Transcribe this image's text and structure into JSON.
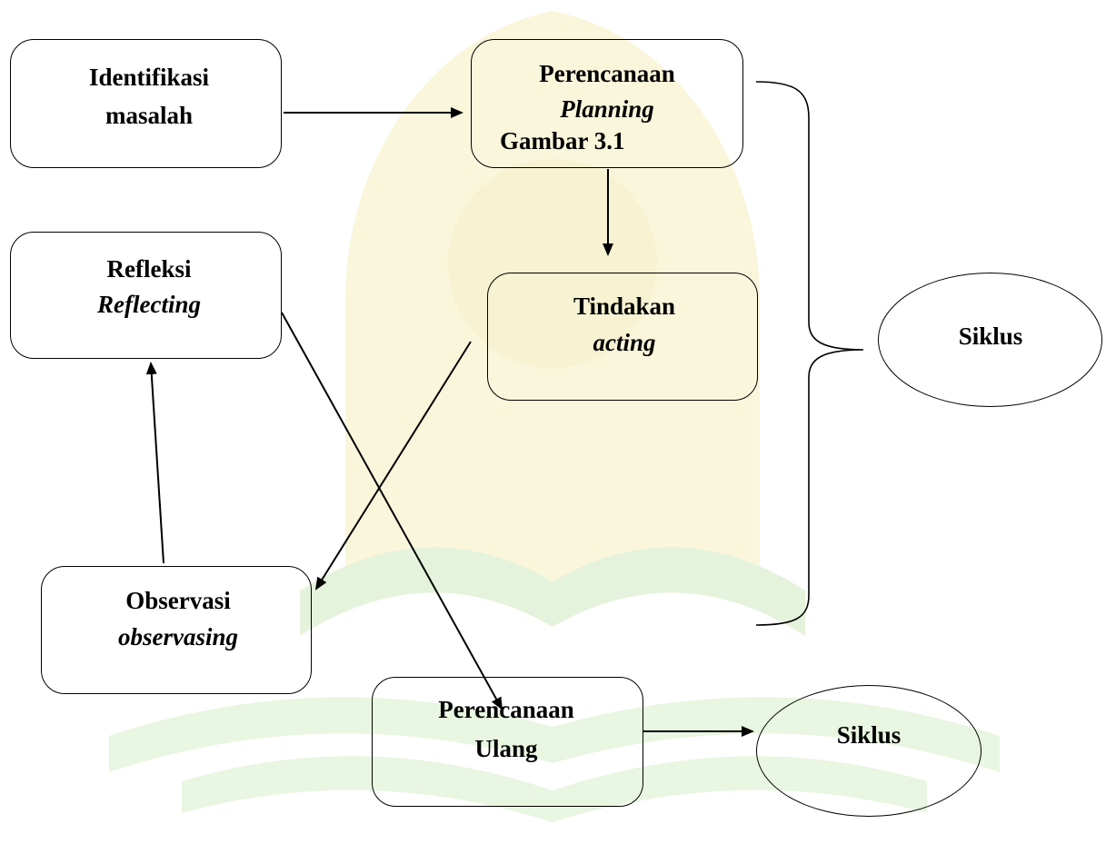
{
  "diagram": {
    "boxes": {
      "identifikasi": {
        "line1": "Identifikasi",
        "line2": "masalah"
      },
      "perencanaan": {
        "line1": "Perencanaan",
        "line2": "Planning",
        "caption": "Gambar 3.1"
      },
      "refleksi": {
        "line1": "Refleksi",
        "line2": "Reflecting"
      },
      "tindakan": {
        "line1": "Tindakan",
        "line2": "acting"
      },
      "observasi": {
        "line1": "Observasi",
        "line2": "observasing"
      },
      "perencanaan_ulang": {
        "line1": "Perencanaan",
        "line2": "Ulang"
      }
    },
    "ovals": {
      "siklus_1": "Siklus",
      "siklus_2": "Siklus"
    }
  },
  "colors": {
    "stroke": "#000000",
    "watermark_yellow": "#f3eaa4",
    "watermark_green": "#cfe9bf"
  }
}
